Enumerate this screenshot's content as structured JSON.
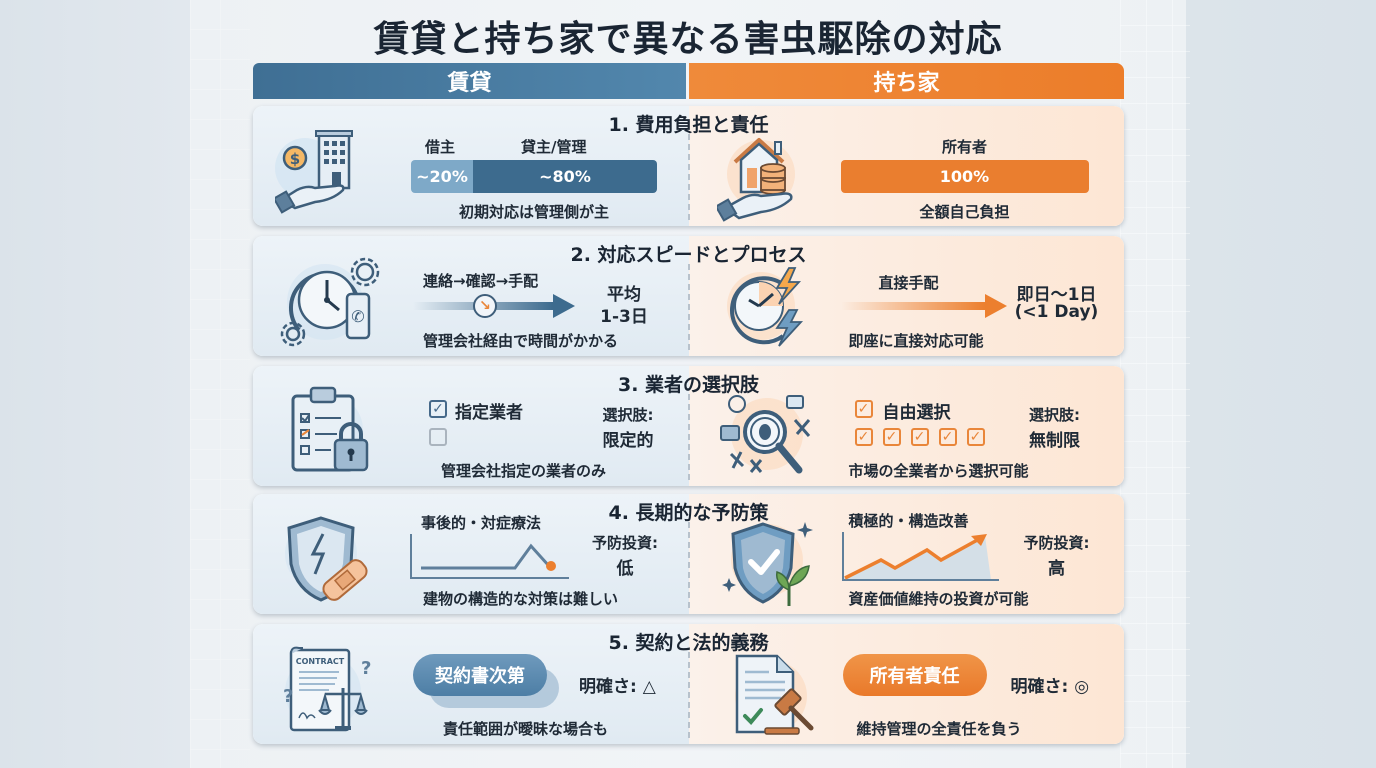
{
  "title": "賃貸と持ち家で異なる害虫駆除の対応",
  "columns": {
    "rent": {
      "label": "賃貸",
      "color": "#4a7ca3"
    },
    "own": {
      "label": "持ち家",
      "color": "#ec7f2e"
    }
  },
  "rows": [
    {
      "title": "1. 費用負担と責任",
      "rent": {
        "icon": "hand-building-money-icon",
        "labels": [
          "借主",
          "貸主/管理"
        ],
        "bar": [
          {
            "label": "~20%",
            "value": 20,
            "color": "#7ea9c8"
          },
          {
            "label": "~80%",
            "value": 80,
            "color": "#3d6b8e"
          }
        ],
        "note": "初期対応は管理側が主"
      },
      "own": {
        "icon": "hand-house-coins-icon",
        "labels": [
          "所有者"
        ],
        "bar": [
          {
            "label": "100%",
            "value": 100,
            "color": "#ea7e2f"
          }
        ],
        "note": "全額自己負担"
      }
    },
    {
      "title": "2. 対応スピードとプロセス",
      "rent": {
        "icon": "clock-gears-phone-icon",
        "process": "連絡→確認→手配",
        "result_line1": "平均",
        "result_line2": "1-3日",
        "note": "管理会社経由で時間がかかる"
      },
      "own": {
        "icon": "clock-lightning-icon",
        "process": "直接手配",
        "result_line1": "即日～1日",
        "result_line2": "(<1 Day)",
        "note": "即座に直接対応可能"
      }
    },
    {
      "title": "3. 業者の選択肢",
      "rent": {
        "icon": "clipboard-lock-icon",
        "checked_label": "指定業者",
        "choice_label": "選択肢:",
        "choice_value": "限定的",
        "note": "管理会社指定の業者のみ"
      },
      "own": {
        "icon": "magnifier-bug-tools-icon",
        "checked_label": "自由選択",
        "checkbox_count": 5,
        "choice_label": "選択肢:",
        "choice_value": "無制限",
        "note": "市場の全業者から選択可能"
      }
    },
    {
      "title": "4. 長期的な予防策",
      "rent": {
        "icon": "cracked-shield-bandage-icon",
        "approach": "事後的・対症療法",
        "invest_label": "予防投資:",
        "invest_value": "低",
        "note": "建物の構造的な対策は難しい"
      },
      "own": {
        "icon": "shield-check-sprout-icon",
        "approach": "積極的・構造改善",
        "invest_label": "予防投資:",
        "invest_value": "高",
        "note": "資産価値維持の投資が可能"
      }
    },
    {
      "title": "5. 契約と法的義務",
      "rent": {
        "icon": "contract-scales-icon",
        "contract_text": "CONTRACT",
        "bubble": "契約書次第",
        "clarity": "明確さ: △",
        "note": "責任範囲が曖昧な場合も"
      },
      "own": {
        "icon": "document-gavel-icon",
        "bubble": "所有者責任",
        "clarity": "明確さ: ◎",
        "note": "維持管理の全責任を負う"
      }
    }
  ]
}
